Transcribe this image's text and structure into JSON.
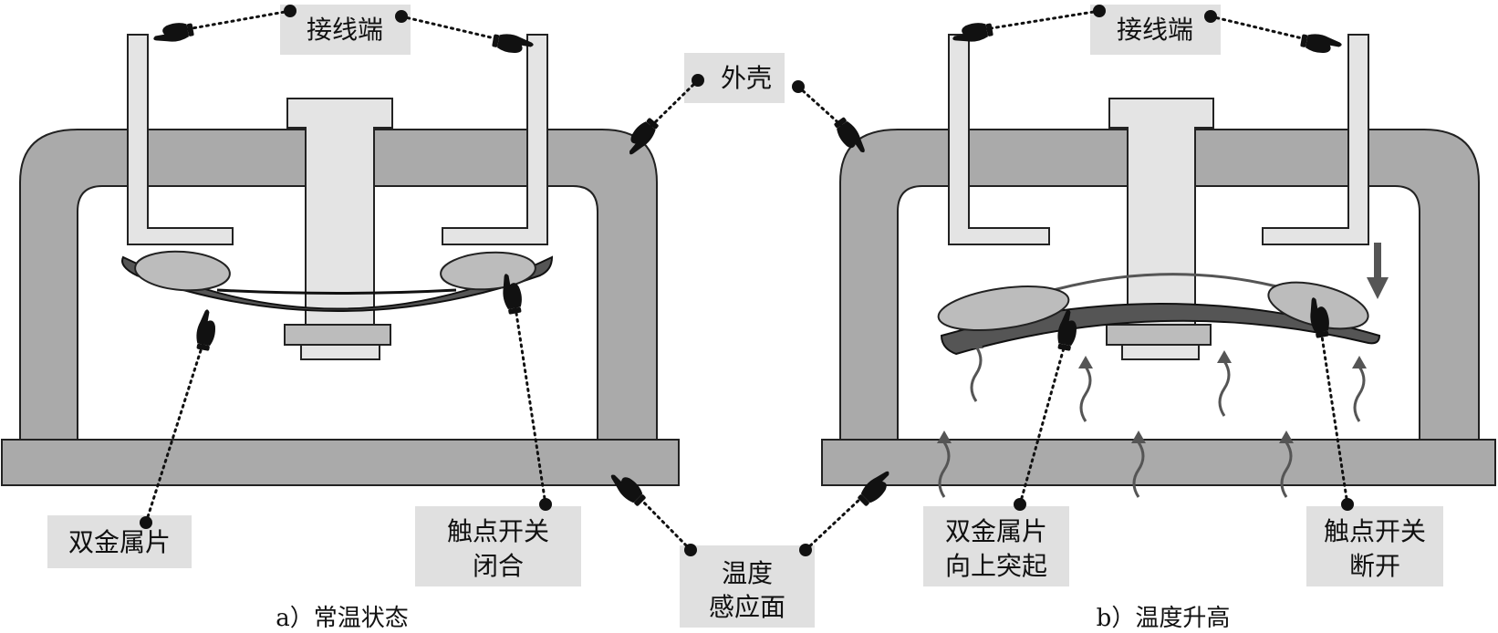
{
  "labels": {
    "terminal_left": "接线端",
    "terminal_right": "接线端",
    "shell": "外壳",
    "bimetal_left": "双金属片",
    "contact_closed_line1": "触点开关",
    "contact_closed_line2": "闭合",
    "sensing_line1": "温度",
    "sensing_line2": "感应面",
    "bimetal_up_line1": "双金属片",
    "bimetal_up_line2": "向上突起",
    "contact_open_line1": "触点开关",
    "contact_open_line2": "断开"
  },
  "captions": {
    "left": "a）常温状态",
    "right": "b）温度升高"
  },
  "colors": {
    "shell": "#aaaaaa",
    "terminal": "#e4e4e4",
    "strip": "#555555",
    "label_box": "#e0e0e0"
  }
}
